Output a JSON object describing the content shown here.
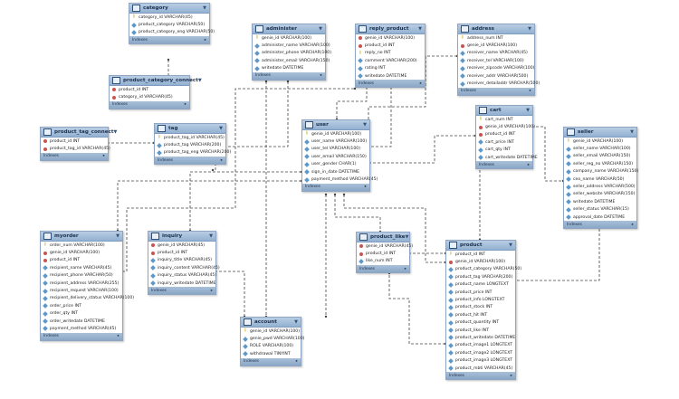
{
  "tables": [
    {
      "id": "category",
      "title": "category",
      "cols": [
        {
          "k": "pk",
          "t": "category_id VARCHAR(45)"
        },
        {
          "k": "col",
          "t": "product_category VARCHAR(50)"
        },
        {
          "k": "col",
          "t": "product_category_eng VARCHAR(50)"
        }
      ]
    },
    {
      "id": "pcc",
      "title": "product_category_connect",
      "cols": [
        {
          "k": "fk",
          "t": "product_id INT"
        },
        {
          "k": "fk",
          "t": "category_id VARCHAR(45)"
        }
      ]
    },
    {
      "id": "ptc",
      "title": "product_tag_connect",
      "cols": [
        {
          "k": "fk",
          "t": "product_id INT"
        },
        {
          "k": "fk",
          "t": "product_tag_id VARCHAR(45)"
        }
      ]
    },
    {
      "id": "tag",
      "title": "tag",
      "cols": [
        {
          "k": "pk",
          "t": "product_tag_id VARCHAR(45)"
        },
        {
          "k": "col",
          "t": "product_tag VARCHAR(200)"
        },
        {
          "k": "col",
          "t": "product_tag_eng VARCHAR(200)"
        }
      ]
    },
    {
      "id": "administer",
      "title": "administer",
      "cols": [
        {
          "k": "pk",
          "t": "genie_id VARCHAR(100)"
        },
        {
          "k": "col",
          "t": "administer_name VARCHAR(100)"
        },
        {
          "k": "col",
          "t": "administer_phone VARCHAR(100)"
        },
        {
          "k": "col",
          "t": "administer_email VARCHAR(150)"
        },
        {
          "k": "col",
          "t": "writedate DATETIME"
        }
      ]
    },
    {
      "id": "reply_product",
      "title": "reply_product",
      "cols": [
        {
          "k": "fk",
          "t": "genie_id VARCHAR(100)"
        },
        {
          "k": "fk",
          "t": "product_id INT"
        },
        {
          "k": "pk",
          "t": "reply_no INT"
        },
        {
          "k": "col",
          "t": "comment VARCHAR(200)"
        },
        {
          "k": "col",
          "t": "rating INT"
        },
        {
          "k": "col",
          "t": "writedate DATETIME"
        }
      ]
    },
    {
      "id": "address",
      "title": "address",
      "cols": [
        {
          "k": "pk",
          "t": "address_num INT"
        },
        {
          "k": "fk",
          "t": "genie_id VARCHAR(100)"
        },
        {
          "k": "col",
          "t": "receiver_name VARCHAR(45)"
        },
        {
          "k": "col",
          "t": "receiver_tel VARCHAR(100)"
        },
        {
          "k": "col",
          "t": "receiver_zipcode VARCHAR(100)"
        },
        {
          "k": "col",
          "t": "receiver_addr VARCHAR(500)"
        },
        {
          "k": "col",
          "t": "receiver_detailaddr VARCHAR(500)"
        }
      ]
    },
    {
      "id": "user",
      "title": "user",
      "cols": [
        {
          "k": "pk",
          "t": "genie_id VARCHAR(100)"
        },
        {
          "k": "col",
          "t": "user_name VARCHAR(100)"
        },
        {
          "k": "col",
          "t": "user_tel VARCHAR(100)"
        },
        {
          "k": "col",
          "t": "user_email VARCHAR(150)"
        },
        {
          "k": "col",
          "t": "user_gender CHAR(1)"
        },
        {
          "k": "col",
          "t": "sign_in_date DATETIME"
        },
        {
          "k": "col",
          "t": "payment_method VARCHAR(45)"
        }
      ]
    },
    {
      "id": "cart",
      "title": "cart",
      "cols": [
        {
          "k": "pk",
          "t": "cart_num INT"
        },
        {
          "k": "fk",
          "t": "genie_id VARCHAR(100)"
        },
        {
          "k": "fk",
          "t": "product_id INT"
        },
        {
          "k": "col",
          "t": "cart_price INT"
        },
        {
          "k": "col",
          "t": "cart_qty INT"
        },
        {
          "k": "col",
          "t": "cart_writedate DATETIME"
        }
      ]
    },
    {
      "id": "seller",
      "title": "seller",
      "cols": [
        {
          "k": "pk",
          "t": "genie_id VARCHAR(100)"
        },
        {
          "k": "col",
          "t": "seller_name VARCHAR(100)"
        },
        {
          "k": "col",
          "t": "seller_email VARCHAR(150)"
        },
        {
          "k": "col",
          "t": "seller_reg_no VARCHAR(150)"
        },
        {
          "k": "col",
          "t": "company_name VARCHAR(150)"
        },
        {
          "k": "col",
          "t": "ceo_name VARCHAR(50)"
        },
        {
          "k": "col",
          "t": "seller_address VARCHAR(500)"
        },
        {
          "k": "col",
          "t": "seller_website VARCHAR(150)"
        },
        {
          "k": "col",
          "t": "writedate DATETIME"
        },
        {
          "k": "col",
          "t": "seller_status VARCHAR(15)"
        },
        {
          "k": "col",
          "t": "approval_date DATETIME"
        }
      ]
    },
    {
      "id": "myorder",
      "title": "myorder",
      "cols": [
        {
          "k": "pk",
          "t": "order_num VARCHAR(100)"
        },
        {
          "k": "fk",
          "t": "genie_id VARCHAR(100)"
        },
        {
          "k": "fk",
          "t": "product_id INT"
        },
        {
          "k": "col",
          "t": "recipient_name VARCHAR(45)"
        },
        {
          "k": "col",
          "t": "recipient_phone VARCHAR(50)"
        },
        {
          "k": "col",
          "t": "recipient_address VARCHAR(255)"
        },
        {
          "k": "col",
          "t": "recipient_request VARCHAR(100)"
        },
        {
          "k": "col",
          "t": "recipient_delivery_status VARCHAR(100)"
        },
        {
          "k": "col",
          "t": "order_price INT"
        },
        {
          "k": "col",
          "t": "order_qty INT"
        },
        {
          "k": "col",
          "t": "order_writedate DATETIME"
        },
        {
          "k": "col",
          "t": "payment_method VARCHAR(45)"
        }
      ]
    },
    {
      "id": "inquiry",
      "title": "inquiry",
      "cols": [
        {
          "k": "fk",
          "t": "genie_id VARCHAR(45)"
        },
        {
          "k": "fk",
          "t": "product_id INT"
        },
        {
          "k": "col",
          "t": "inquiry_title VARCHAR(45)"
        },
        {
          "k": "col",
          "t": "inquiry_content VARCHAR(45)"
        },
        {
          "k": "col",
          "t": "inquiry_status VARCHAR(45)"
        },
        {
          "k": "col",
          "t": "inquiry_writedate DATETIME"
        }
      ]
    },
    {
      "id": "product_like",
      "title": "product_like",
      "cols": [
        {
          "k": "fk",
          "t": "genie_id VARCHAR(45)"
        },
        {
          "k": "fk",
          "t": "product_id INT"
        },
        {
          "k": "col",
          "t": "like_num INT"
        }
      ]
    },
    {
      "id": "product",
      "title": "product",
      "cols": [
        {
          "k": "pk",
          "t": "product_id INT"
        },
        {
          "k": "fk",
          "t": "genie_id VARCHAR(100)"
        },
        {
          "k": "col",
          "t": "product_category VARCHAR(50)"
        },
        {
          "k": "col",
          "t": "product_tag VARCHAR(200)"
        },
        {
          "k": "col",
          "t": "product_name LONGTEXT"
        },
        {
          "k": "col",
          "t": "product_price INT"
        },
        {
          "k": "col",
          "t": "product_info LONGTEXT"
        },
        {
          "k": "col",
          "t": "product_stock INT"
        },
        {
          "k": "col",
          "t": "product_hit INT"
        },
        {
          "k": "col",
          "t": "product_quantity INT"
        },
        {
          "k": "col",
          "t": "product_like INT"
        },
        {
          "k": "col",
          "t": "product_writedate DATETIME"
        },
        {
          "k": "col",
          "t": "product_image1 LONGTEXT"
        },
        {
          "k": "col",
          "t": "product_image2 LONGTEXT"
        },
        {
          "k": "col",
          "t": "product_image3 LONGTEXT"
        },
        {
          "k": "col",
          "t": "product_mbti VARCHAR(45)"
        }
      ]
    },
    {
      "id": "account",
      "title": "account",
      "cols": [
        {
          "k": "pk",
          "t": "genie_id VARCHAR(100)"
        },
        {
          "k": "col",
          "t": "genie_pwd VARCHAR(100)"
        },
        {
          "k": "col",
          "t": "ROLE VARCHAR(100)"
        },
        {
          "k": "col",
          "t": "withdrawal TINYINT"
        }
      ]
    }
  ],
  "indexes_label": "Indexes"
}
